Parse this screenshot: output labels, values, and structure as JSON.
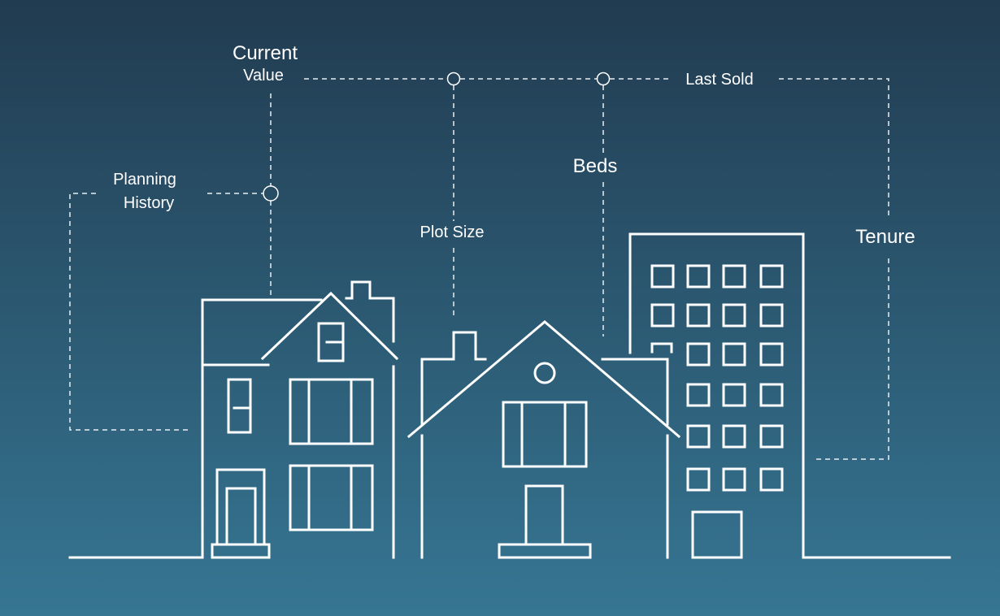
{
  "labels": {
    "current_value_line1": "Current",
    "current_value_line2": "Value",
    "last_sold": "Last Sold",
    "planning_history_line1": "Planning",
    "planning_history_line2": "History",
    "plot_size": "Plot Size",
    "beds": "Beds",
    "tenure": "Tenure"
  },
  "colors": {
    "background_top": "#213b50",
    "background_bottom": "#367693",
    "line": "#ffffff"
  }
}
